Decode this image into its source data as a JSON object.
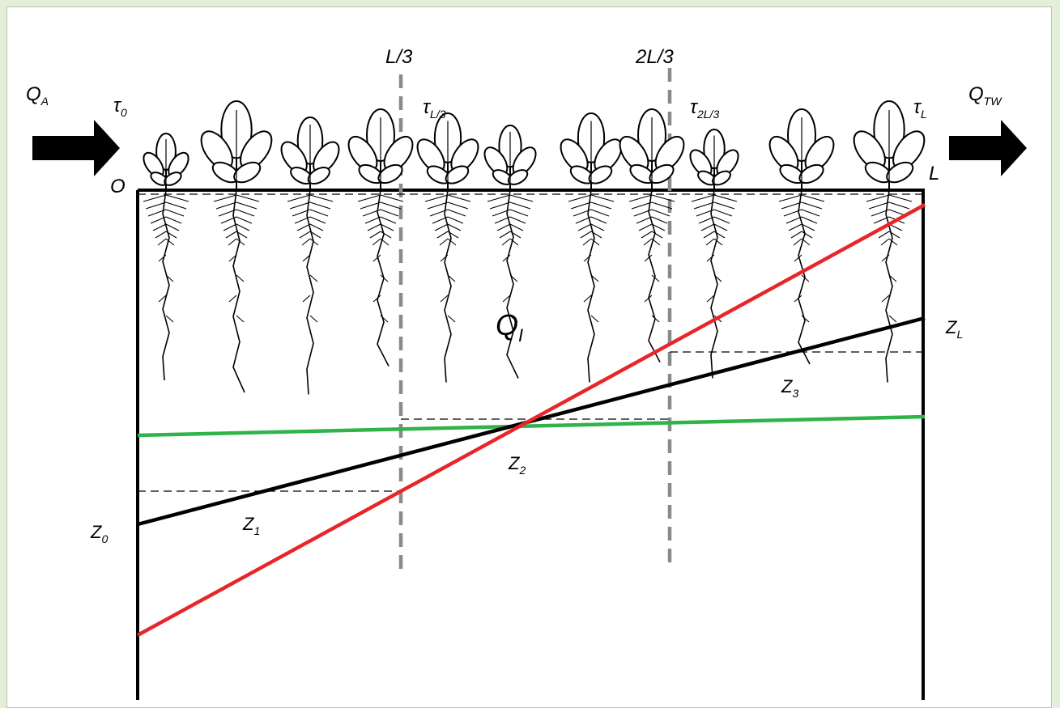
{
  "labels": {
    "QA": "Q",
    "QA_sub": "A",
    "QTW": "Q",
    "QTW_sub": "TW",
    "QI": "Q",
    "QI_sub": "I",
    "O": "O",
    "L": "L",
    "L3": "L/3",
    "L23": "2L/3",
    "tau0": "τ",
    "tau0_sub": "0",
    "tauL3": "τ",
    "tauL3_sub": "L/3",
    "tau2L3": "τ",
    "tau2L3_sub": "2L/3",
    "tauL": "τ",
    "tauL_sub": "L",
    "Z0": "Z",
    "Z0_sub": "0",
    "Z1": "Z",
    "Z1_sub": "1",
    "Z2": "Z",
    "Z2_sub": "2",
    "Z3": "Z",
    "Z3_sub": "3",
    "ZL": "Z",
    "ZL_sub": "L"
  },
  "colors": {
    "background": "#e4efd9",
    "red_line": "#e8262a",
    "green_line": "#2fb34a",
    "black_line": "#000000",
    "dashed_guides": "#8a8a8a"
  },
  "icons": [
    "arrow-inflow-icon",
    "arrow-outflow-icon",
    "plant-icon"
  ]
}
